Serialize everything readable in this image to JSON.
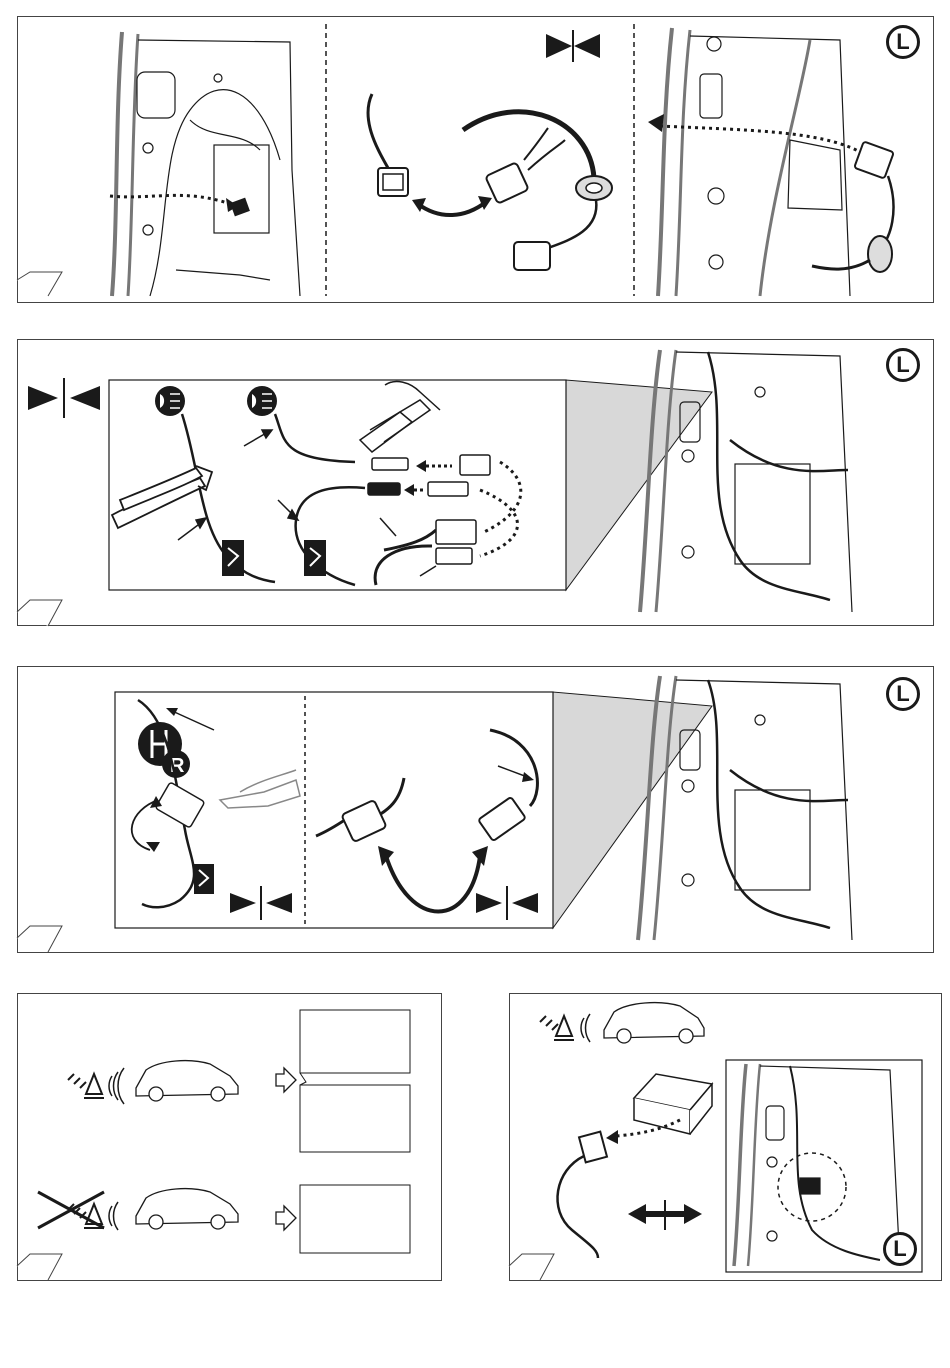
{
  "badges": {
    "panel1": "L",
    "panel2": "L",
    "panel3": "L",
    "panel5": "L"
  },
  "icons": {
    "connector_pins": "tool-crimp-icon",
    "foglight": "rear-foglight-icon",
    "reverse": "reverse-gear-icon",
    "parking_sensor": "parking-sensor-icon",
    "cut": "cut-here-icon",
    "join": "join-icon"
  },
  "colors": {
    "line": "#1a1a1a",
    "body_gray": "#7a7a7a",
    "zoom_fill": "#d8d8d8"
  }
}
